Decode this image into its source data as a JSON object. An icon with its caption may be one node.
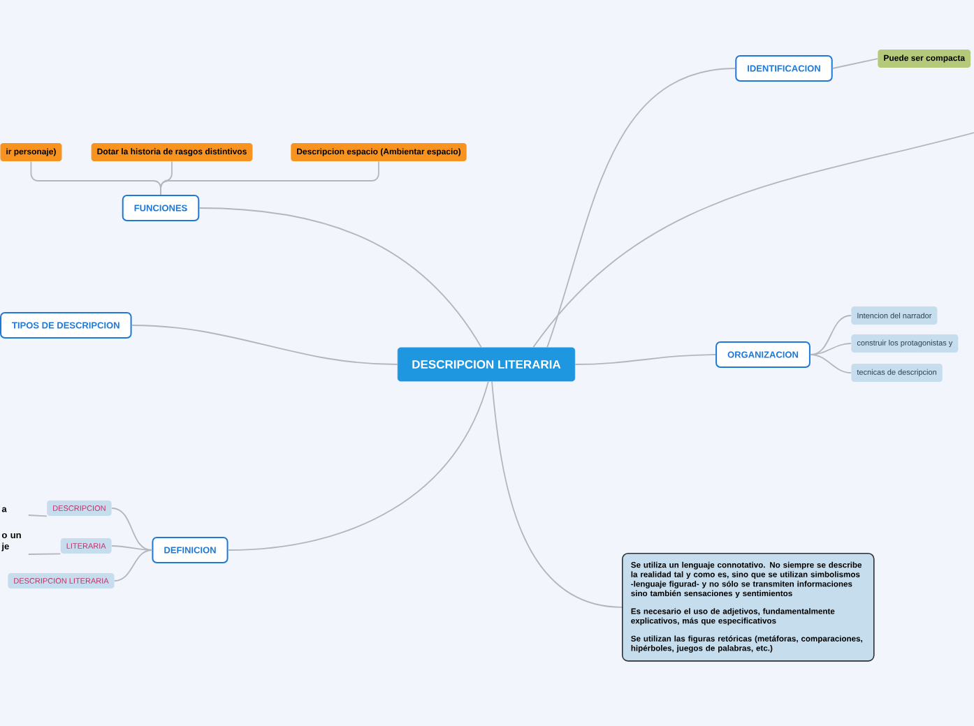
{
  "diagram": {
    "nodes": [
      {
        "text": [
          "DESCRIPCION LITERARIA"
        ]
      },
      {
        "text": [
          "IDENTIFICACION"
        ]
      },
      {
        "text": [
          "Puede ser compacta"
        ]
      },
      {
        "text": [
          "FUNCIONES"
        ]
      },
      {
        "text": [
          "ir personaje)"
        ]
      },
      {
        "text": [
          "Dotar la historia de rasgos distintivos"
        ]
      },
      {
        "text": [
          "Descripcion espacio (Ambientar espacio)"
        ]
      },
      {
        "text": [
          "TIPOS DE DESCRIPCION"
        ]
      },
      {
        "text": [
          "ORGANIZACION"
        ]
      },
      {
        "text": [
          "Intencion del narrador"
        ]
      },
      {
        "text": [
          "construir los protagonistas y"
        ]
      },
      {
        "text": [
          "tecnicas de descripcion"
        ]
      },
      {
        "text": [
          "DEFINICION"
        ]
      },
      {
        "text": [
          "DESCRIPCION"
        ]
      },
      {
        "text": [
          "LITERARIA"
        ]
      },
      {
        "text": [
          "DESCRIPCION LITERARIA"
        ]
      },
      {
        "text": [
          "a"
        ]
      },
      {
        "text": [
          "o un je"
        ]
      },
      {
        "text": [
          "Se utiliza un lenguaje connotativo. No siempre se describe la realidad tal y como es, sino que se utilizan simbolismos -lenguaje figurad- y no sólo se transmiten informaciones sino también sensaciones y sentimientos",
          "Es necesario el uso de adjetivos, fundamentalmente explicativos, más que especificativos",
          "Se utilizan las figuras retóricas (metáforas, comparaciones, hipérboles, juegos de palabras, etc.)"
        ]
      }
    ],
    "edges": [
      {
        "from": 0,
        "to": 1,
        "arrow": "none"
      },
      {
        "from": 1,
        "to": 2,
        "arrow": "none"
      },
      {
        "from": 0,
        "to": 3,
        "arrow": "none"
      },
      {
        "from": 3,
        "to": 4,
        "arrow": "none"
      },
      {
        "from": 3,
        "to": 5,
        "arrow": "none"
      },
      {
        "from": 3,
        "to": 6,
        "arrow": "none"
      },
      {
        "from": 0,
        "to": 7,
        "arrow": "none"
      },
      {
        "from": 0,
        "to": 8,
        "arrow": "none"
      },
      {
        "from": 8,
        "to": 9,
        "arrow": "none"
      },
      {
        "from": 8,
        "to": 10,
        "arrow": "none"
      },
      {
        "from": 8,
        "to": 11,
        "arrow": "none"
      },
      {
        "from": 0,
        "to": 12,
        "arrow": "none"
      },
      {
        "from": 12,
        "to": 13,
        "arrow": "none"
      },
      {
        "from": 12,
        "to": 14,
        "arrow": "none"
      },
      {
        "from": 12,
        "to": 15,
        "arrow": "none"
      },
      {
        "from": 0,
        "to": 18,
        "arrow": "none"
      },
      {
        "from": 0,
        "to": null,
        "arrow": "none"
      },
      {
        "from": 13,
        "to": 16,
        "arrow": "none"
      },
      {
        "from": 14,
        "to": 17,
        "arrow": "none"
      }
    ]
  }
}
